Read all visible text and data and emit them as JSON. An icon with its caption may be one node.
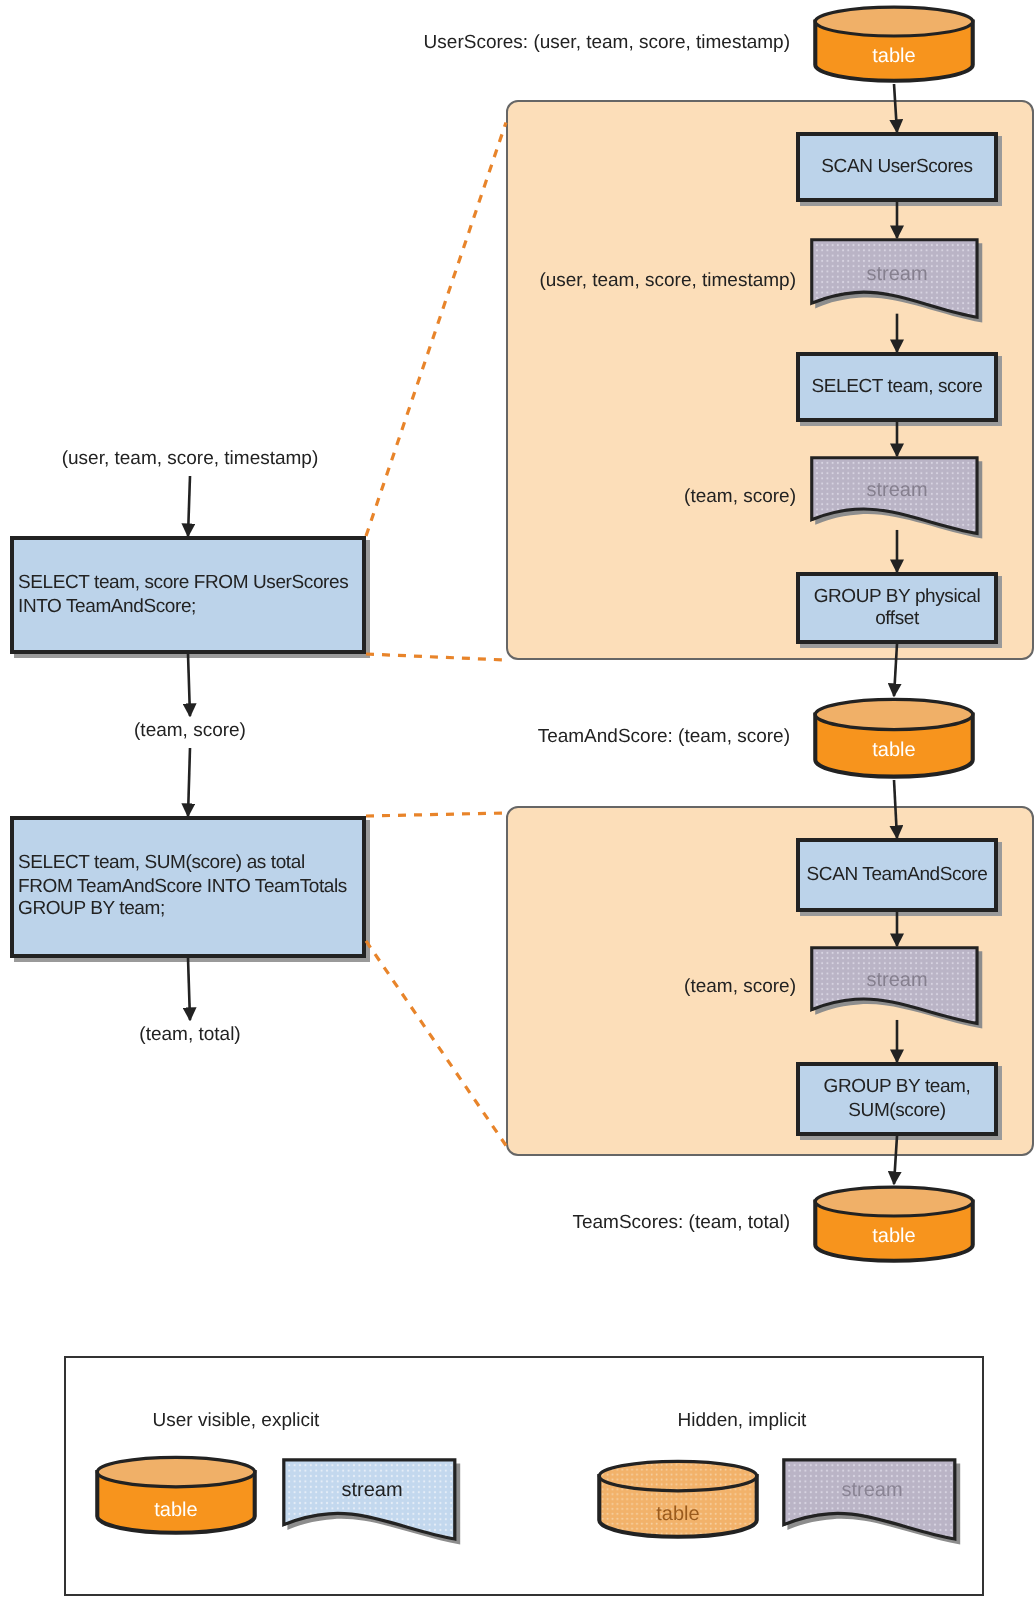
{
  "diagram": {
    "nodes": [
      {
        "text": [
          "table"
        ],
        "beside": [
          "UserScores: (user, team, score, timestamp)"
        ]
      },
      {
        "text": [],
        "shape": "box"
      },
      {
        "text": [
          "SCAN UserScores"
        ],
        "in": 1
      },
      {
        "text": [
          "stream"
        ],
        "in": 1,
        "beside": [
          "(user, team, score, timestamp)"
        ]
      },
      {
        "text": [
          "SELECT team, score"
        ],
        "in": 1
      },
      {
        "text": [
          "stream"
        ],
        "in": 1,
        "beside": [
          "(team, score)"
        ]
      },
      {
        "text": [
          "GROUP BY physical offset"
        ],
        "in": 1
      },
      {
        "text": [
          "table"
        ],
        "beside": [
          "TeamAndScore: (team, score)"
        ]
      },
      {
        "text": [],
        "shape": "box"
      },
      {
        "text": [
          "SCAN TeamAndScore"
        ],
        "in": 8
      },
      {
        "text": [
          "stream"
        ],
        "in": 8,
        "beside": [
          "(team, score)"
        ]
      },
      {
        "text": [
          "GROUP BY team, SUM(score)"
        ],
        "in": 8
      },
      {
        "text": [
          "table"
        ],
        "beside": [
          "TeamScores: (team, total)"
        ]
      },
      {
        "text": [
          "(user, team, score, timestamp)"
        ]
      },
      {
        "text": [
          "SELECT team, score FROM UserScores INTO TeamAndScore;"
        ]
      },
      {
        "text": [
          "(team, score)"
        ]
      },
      {
        "text": [
          "SELECT team, SUM(score) as total FROM TeamAndScore INTO TeamTotals GROUP BY team;"
        ]
      },
      {
        "text": [
          "(team, total)"
        ]
      }
    ],
    "edges": [
      {
        "from": 0,
        "to": 2,
        "arrow": "to"
      },
      {
        "from": 2,
        "to": 3,
        "arrow": "to"
      },
      {
        "from": 3,
        "to": 4,
        "arrow": "to"
      },
      {
        "from": 4,
        "to": 5,
        "arrow": "to"
      },
      {
        "from": 5,
        "to": 6,
        "arrow": "to"
      },
      {
        "from": 6,
        "to": 7,
        "arrow": "to"
      },
      {
        "from": 7,
        "to": 9,
        "arrow": "to"
      },
      {
        "from": 9,
        "to": 10,
        "arrow": "to"
      },
      {
        "from": 10,
        "to": 11,
        "arrow": "to"
      },
      {
        "from": 11,
        "to": 12,
        "arrow": "to"
      },
      {
        "from": 13,
        "to": 14,
        "arrow": "to"
      },
      {
        "from": 14,
        "to": 15,
        "arrow": "to"
      },
      {
        "from": 15,
        "to": 16,
        "arrow": "to"
      },
      {
        "from": 16,
        "to": 17,
        "arrow": "to"
      },
      {
        "from": 14,
        "to": 1,
        "arrow": "none",
        "style": "dashed",
        "color": "#e8842a"
      },
      {
        "from": 14,
        "to": 1,
        "arrow": "none",
        "style": "dashed",
        "color": "#e8842a"
      },
      {
        "from": 16,
        "to": 8,
        "arrow": "none",
        "style": "dashed",
        "color": "#e8842a"
      },
      {
        "from": 16,
        "to": 8,
        "arrow": "none",
        "style": "dashed",
        "color": "#e8842a"
      }
    ],
    "labels": [
      "table",
      "stream",
      "table",
      "stream"
    ],
    "legend": [
      {
        "text": "User visible, explicit"
      },
      {
        "text": "Hidden, implicit"
      }
    ]
  }
}
